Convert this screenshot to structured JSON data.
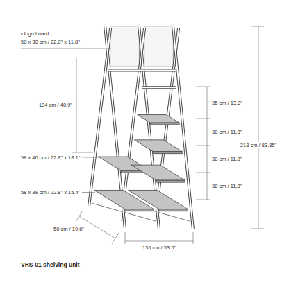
{
  "diagram": {
    "caption": "VRS-01 shelving unit",
    "labels": [
      "• logo board:",
      "58 x 30 cm / 22.8\" x 11.8\"",
      "104 cm / 40.9\"",
      "35 cm / 13.8\"",
      "30 cm / 11.8\"",
      "58 x 46 cm / 22.8\" x 18.1\"",
      "30 cm / 11.8\"",
      "30 cm / 11.8\"",
      "58 x 39 cm / 22.8\" x 15.4\"",
      "213 cm / 83.85\"",
      "136 cm / 53.5\"",
      "50 cm / 19.6\""
    ]
  }
}
